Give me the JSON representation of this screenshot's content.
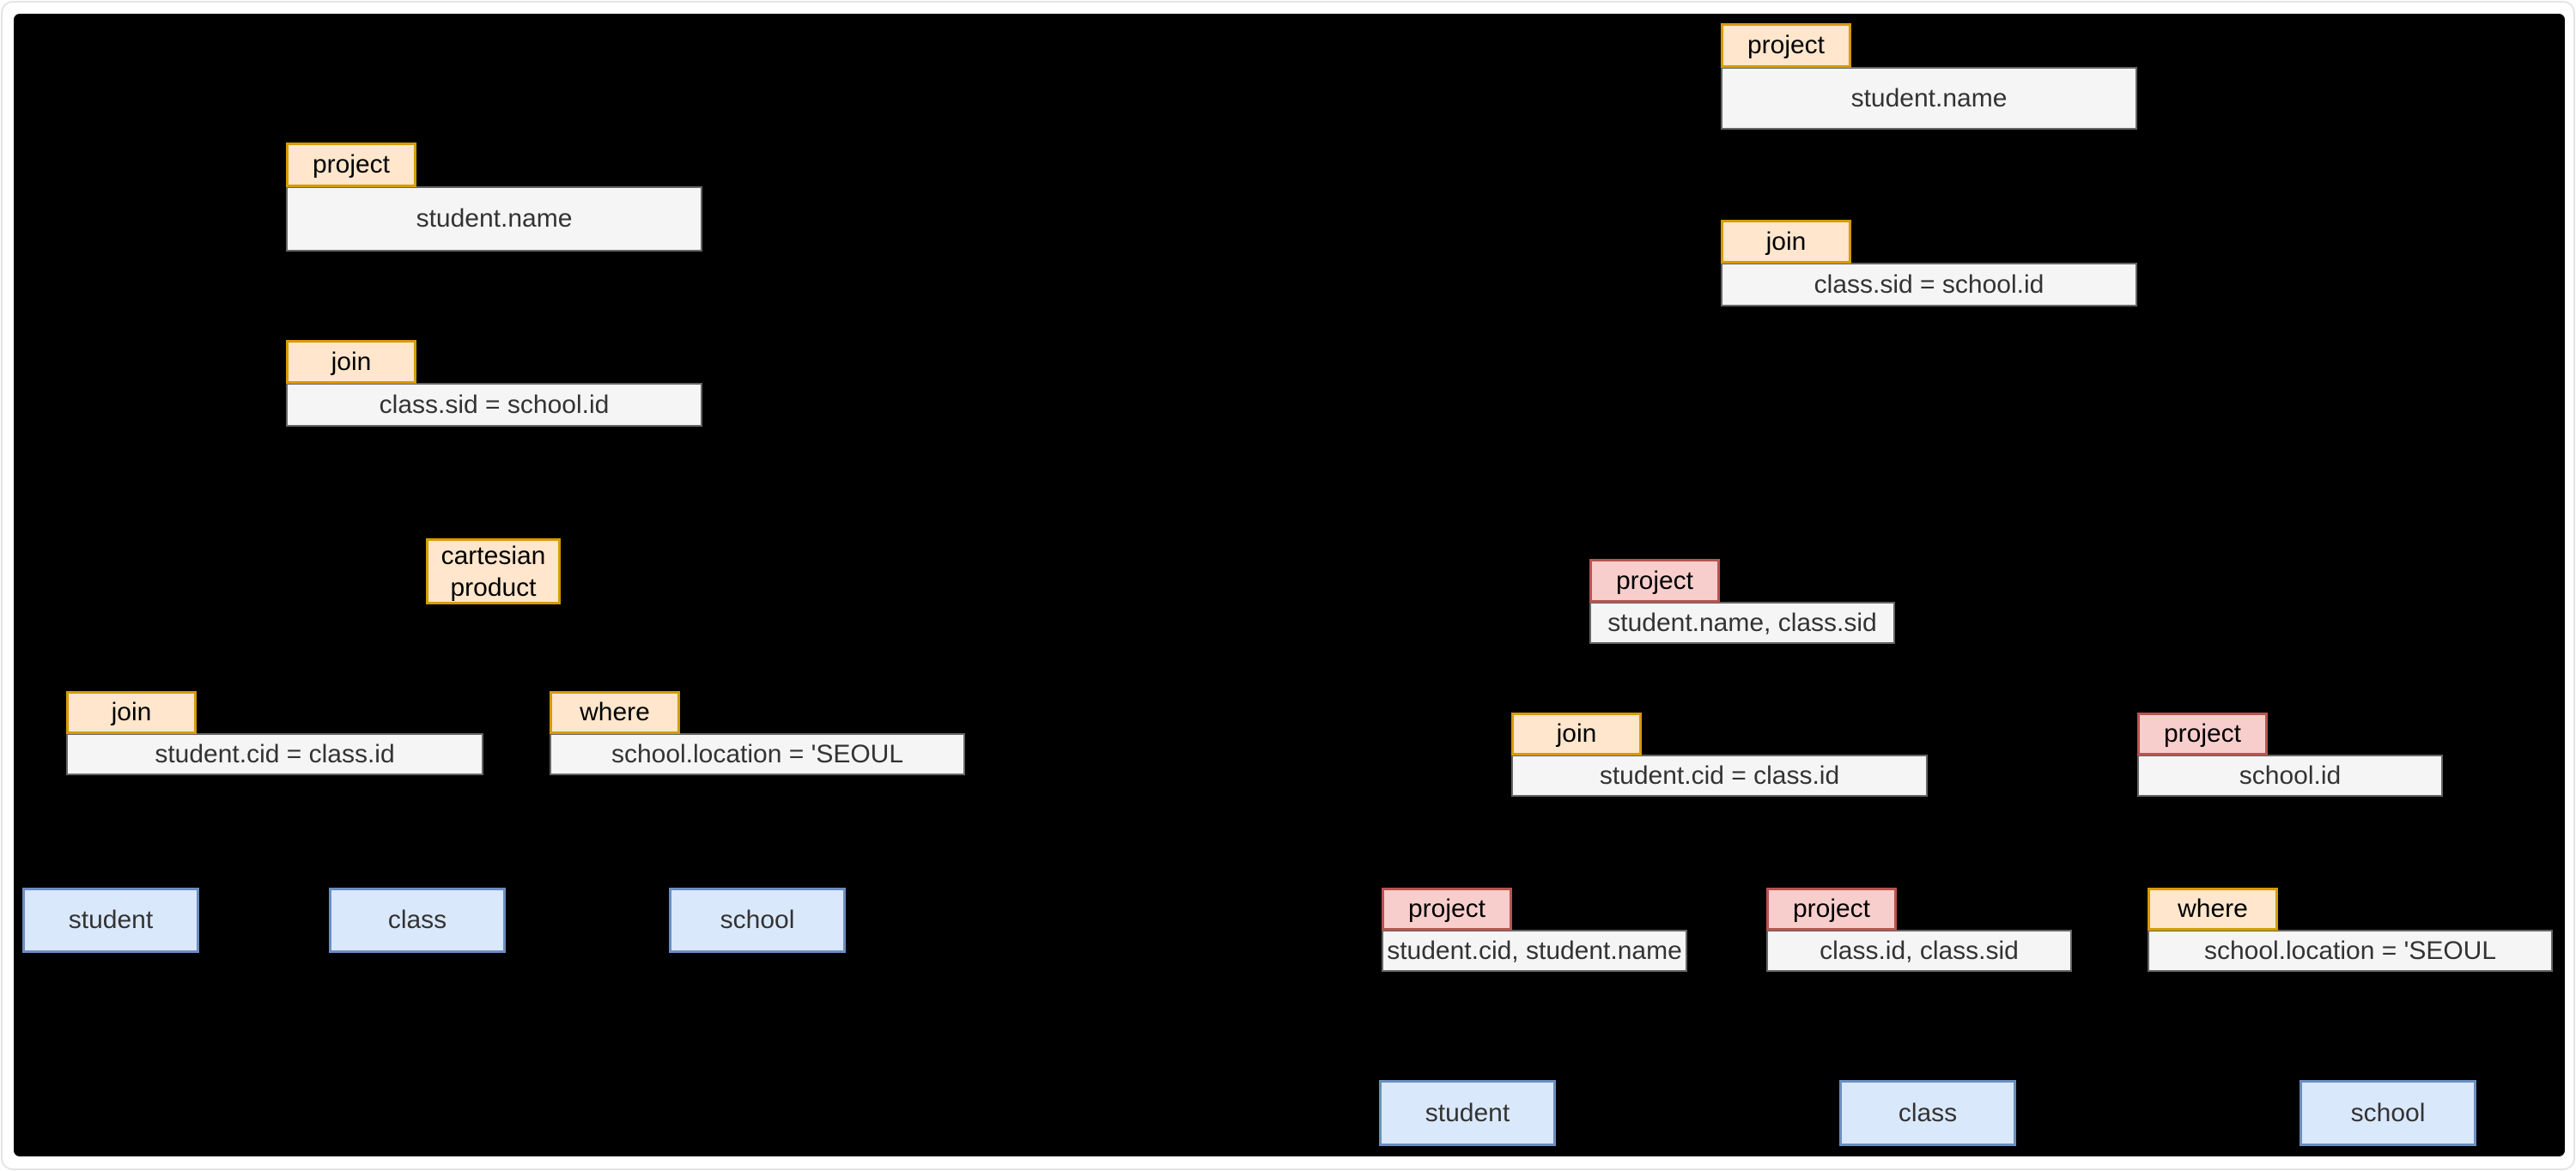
{
  "diagram": {
    "title": "relational algebra query plan trees",
    "palette": {
      "canvas_background": "#000000",
      "frame_background": "#ffffff",
      "operator_orange_fill": "#ffe6cc",
      "operator_orange_border": "#d79b00",
      "operator_pink_fill": "#f8cecc",
      "operator_pink_border": "#b85450",
      "value_fill": "#f5f5f5",
      "value_border": "#666666",
      "table_fill": "#dae8fc",
      "table_border": "#6c8ebf",
      "text_color": "#333333"
    },
    "left_tree": {
      "project": {
        "label": "project",
        "value": "student.name"
      },
      "join_top": {
        "label": "join",
        "value": "class.sid = school.id"
      },
      "cartesian_product": {
        "label": "cartesian product"
      },
      "join_bottom": {
        "label": "join",
        "value": "student.cid = class.id"
      },
      "where": {
        "label": "where",
        "value": "school.location = 'SEOUL"
      },
      "tables": {
        "student": "student",
        "class": "class",
        "school": "school"
      }
    },
    "right_tree": {
      "project_root": {
        "label": "project",
        "value": "student.name"
      },
      "join_top": {
        "label": "join",
        "value": "class.sid = school.id"
      },
      "project_mid": {
        "label": "project",
        "value": "student.name, class.sid"
      },
      "join_bottom": {
        "label": "join",
        "value": "student.cid = class.id"
      },
      "project_school": {
        "label": "project",
        "value": "school.id"
      },
      "project_student": {
        "label": "project",
        "value": "student.cid, student.name"
      },
      "project_class": {
        "label": "project",
        "value": "class.id, class.sid"
      },
      "where": {
        "label": "where",
        "value": "school.location = 'SEOUL"
      },
      "tables": {
        "student": "student",
        "class": "class",
        "school": "school"
      }
    }
  }
}
